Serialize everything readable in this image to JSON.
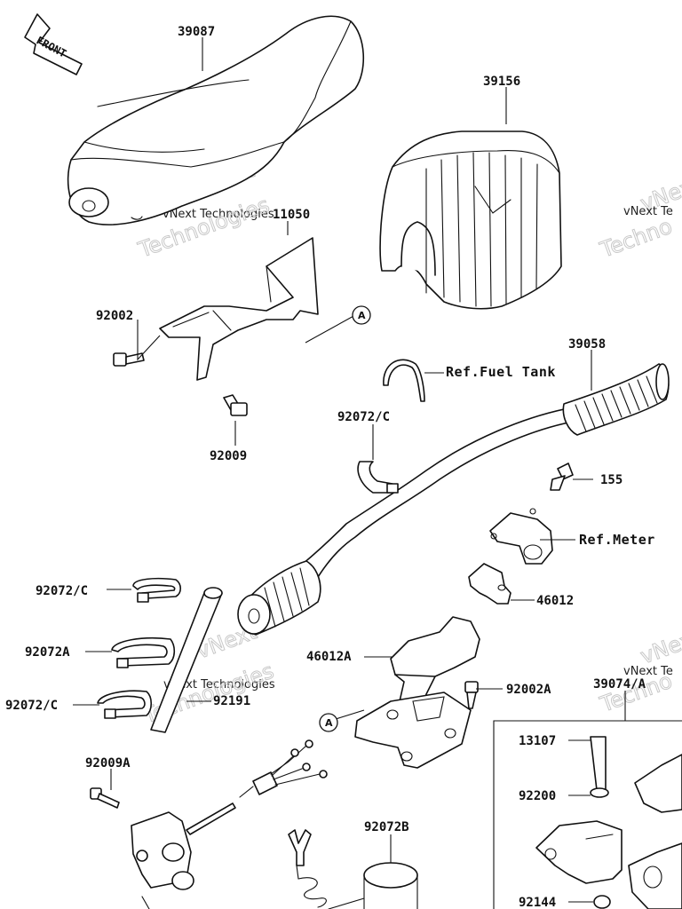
{
  "diagram": {
    "front_label": "FRONT",
    "parts": [
      {
        "id": "39087",
        "label": "39087"
      },
      {
        "id": "39156",
        "label": "39156"
      },
      {
        "id": "11050",
        "label": "11050"
      },
      {
        "id": "92002",
        "label": "92002"
      },
      {
        "id": "92009",
        "label": "92009"
      },
      {
        "id": "39058",
        "label": "39058"
      },
      {
        "id": "92072c_top",
        "label": "92072/C"
      },
      {
        "id": "155",
        "label": "155"
      },
      {
        "id": "46012",
        "label": "46012"
      },
      {
        "id": "46012a",
        "label": "46012A"
      },
      {
        "id": "92002a",
        "label": "92002A"
      },
      {
        "id": "92072c_mid",
        "label": "92072/C"
      },
      {
        "id": "92072a",
        "label": "92072A"
      },
      {
        "id": "92072c_low",
        "label": "92072/C"
      },
      {
        "id": "92191",
        "label": "92191"
      },
      {
        "id": "39074a",
        "label": "39074/A"
      },
      {
        "id": "13107",
        "label": "13107"
      },
      {
        "id": "92200",
        "label": "92200"
      },
      {
        "id": "92144",
        "label": "92144"
      },
      {
        "id": "92009a",
        "label": "92009A"
      },
      {
        "id": "92072b",
        "label": "92072B"
      }
    ],
    "references": {
      "fuel_tank": "Ref.Fuel Tank",
      "meter": "Ref.Meter"
    },
    "callouts": {
      "a_top": "A",
      "a_bottom": "A"
    },
    "watermarks": {
      "small_text": "vNext Technologies",
      "small_text_right": "vNext Te",
      "big_top": "vNext",
      "big_bottom": "Technologies",
      "big_right_bottom": "Techno"
    }
  }
}
